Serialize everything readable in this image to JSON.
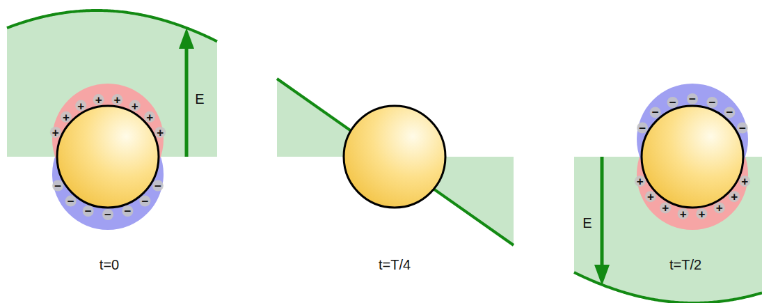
{
  "diagram": {
    "labels": [
      "E",
      "+",
      "+",
      "+",
      "+",
      "+",
      "+",
      "+",
      "+",
      "−",
      "−",
      "−",
      "−",
      "−",
      "−",
      "−",
      "t=0",
      "t=T/4",
      "−",
      "−",
      "−",
      "−",
      "−",
      "−",
      "−",
      "+",
      "+",
      "+",
      "+",
      "+",
      "+",
      "+",
      "+",
      "E",
      "t=T/2"
    ]
  }
}
